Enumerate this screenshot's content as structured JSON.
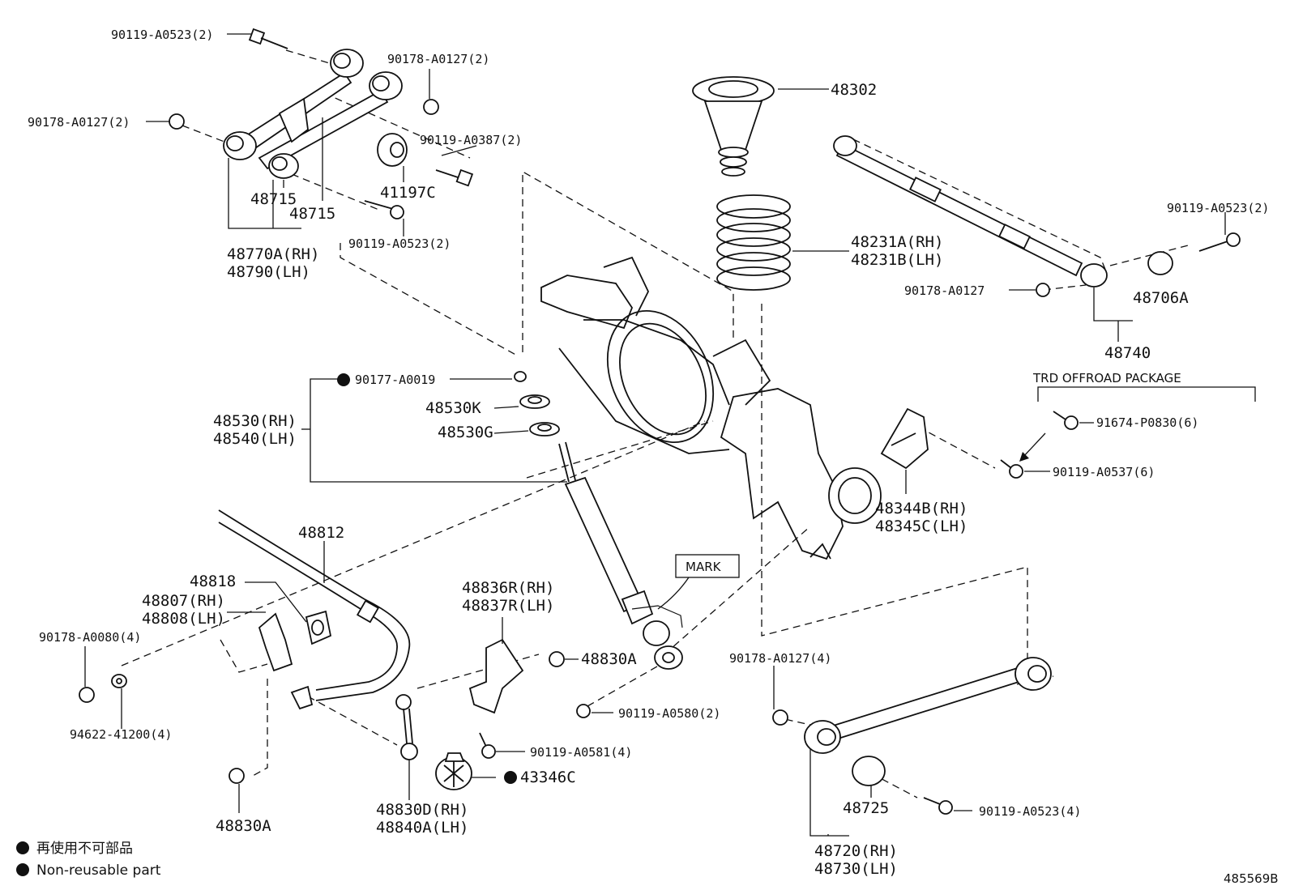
{
  "labels": {
    "p90119_A0523_2_top": "90119-A0523(2)",
    "p90178_A0127_2_top": "90178-A0127(2)",
    "p90178_A0127_2_left": "90178-A0127(2)",
    "p90119_A0387_2": "90119-A0387(2)",
    "p41197C": "41197C",
    "p48715_a": "48715",
    "p48715_b": "48715",
    "p48770A_RH": "48770A(RH)",
    "p48790_LH": "48790(LH)",
    "p90119_A0523_2_mid": "90119-A0523(2)",
    "p48302": "48302",
    "p48231A_RH": "48231A(RH)",
    "p48231B_LH": "48231B(LH)",
    "p90119_A0523_2_right": "90119-A0523(2)",
    "p90178_A0127_right": "90178-A0127",
    "p48706A": "48706A",
    "p48740": "48740",
    "trd_package": "TRD OFFROAD PACKAGE",
    "p91674_P0830_6": "91674-P0830(6)",
    "p90119_A0537_6": "90119-A0537(6)",
    "p48344B_RH": "48344B(RH)",
    "p48345C_LH": "48345C(LH)",
    "p90177_A0019": "90177-A0019",
    "p48530K": "48530K",
    "p48530G": "48530G",
    "p48530_RH": "48530(RH)",
    "p48540_LH": "48540(LH)",
    "p48812": "48812",
    "mark": "MARK",
    "p48818": "48818",
    "p48807_RH": "48807(RH)",
    "p48808_LH": "48808(LH)",
    "p90178_A0080_4": "90178-A0080(4)",
    "p48836R_RH": "48836R(RH)",
    "p48837R_LH": "48837R(LH)",
    "p48830A_mid": "48830A",
    "p90178_A0127_4": "90178-A0127(4)",
    "p90119_A0580_2": "90119-A0580(2)",
    "p94622_41200_4": "94622-41200(4)",
    "p90119_A0581_4": "90119-A0581(4)",
    "p43346C": "43346C",
    "p48725": "48725",
    "p90119_A0523_4": "90119-A0523(4)",
    "p48830A_bottom": "48830A",
    "p48830D_RH": "48830D(RH)",
    "p48840A_LH": "48840A(LH)",
    "p48720_RH": "48720(RH)",
    "p48730_LH": "48730(LH)"
  },
  "legend": {
    "japanese": "再使用不可部品",
    "english": "Non-reusable part"
  },
  "diagram_id": "485569B"
}
